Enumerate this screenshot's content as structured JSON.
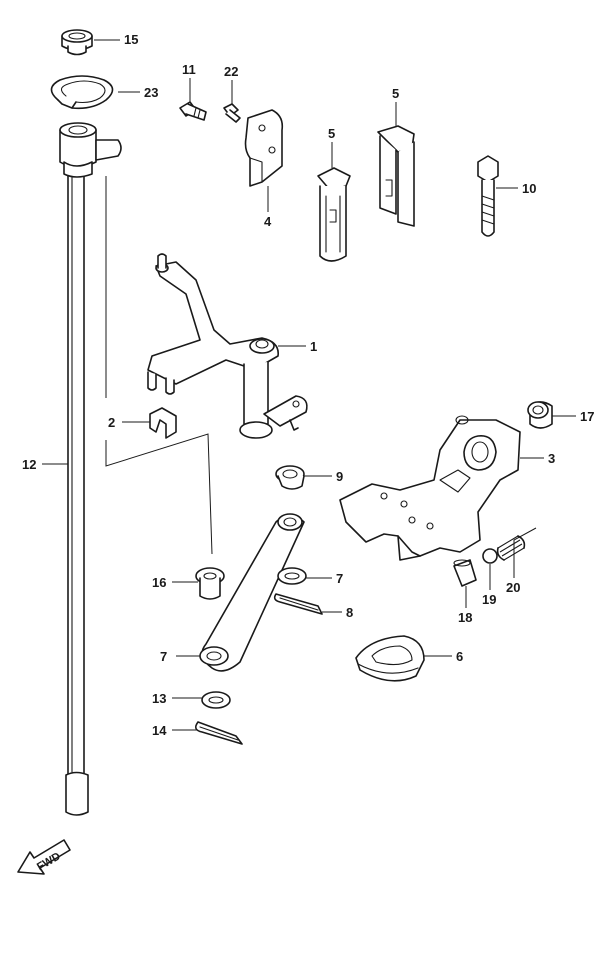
{
  "diagram": {
    "callouts": [
      {
        "id": "1",
        "text": "1"
      },
      {
        "id": "2",
        "text": "2"
      },
      {
        "id": "3",
        "text": "3"
      },
      {
        "id": "4",
        "text": "4"
      },
      {
        "id": "5a",
        "text": "5"
      },
      {
        "id": "5b",
        "text": "5"
      },
      {
        "id": "6",
        "text": "6"
      },
      {
        "id": "7",
        "text": "7"
      },
      {
        "id": "8",
        "text": "8"
      },
      {
        "id": "9",
        "text": "9"
      },
      {
        "id": "10",
        "text": "10"
      },
      {
        "id": "11",
        "text": "11"
      },
      {
        "id": "12",
        "text": "12"
      },
      {
        "id": "13",
        "text": "13"
      },
      {
        "id": "14",
        "text": "14"
      },
      {
        "id": "15",
        "text": "15"
      },
      {
        "id": "16",
        "text": "16"
      },
      {
        "id": "17",
        "text": "17"
      },
      {
        "id": "18",
        "text": "18"
      },
      {
        "id": "19",
        "text": "19"
      },
      {
        "id": "20",
        "text": "20"
      },
      {
        "id": "21",
        "text": "21"
      },
      {
        "id": "22",
        "text": "22"
      },
      {
        "id": "23",
        "text": "23"
      }
    ],
    "direction_badge": {
      "text": "FWD",
      "icon": "fwd-arrow-icon"
    }
  }
}
